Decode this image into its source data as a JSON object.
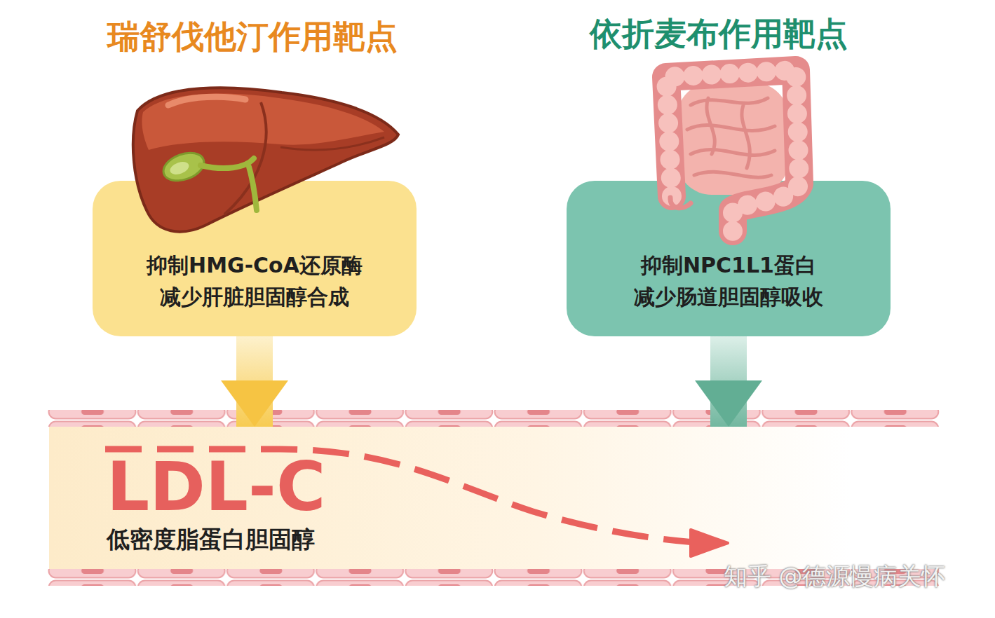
{
  "diagram": {
    "nodes": [
      {
        "text": [
          "抑制HMG-CoA还原酶 减少肝脏胆固醇合成"
        ]
      },
      {
        "text": [
          "抑制NPC1L1蛋白 减少肠道胆固醇吸收"
        ]
      },
      {
        "text": [
          "LDL-C",
          "低密度脂蛋白胆固醇"
        ]
      }
    ],
    "edges": [
      {
        "from": 0,
        "to": 2,
        "arrow": "to"
      },
      {
        "from": 1,
        "to": 2,
        "arrow": "to"
      }
    ],
    "labels": [
      "瑞舒伐他汀作用靶点",
      "依折麦布作用靶点",
      "知乎 @德源慢病关怀"
    ]
  }
}
